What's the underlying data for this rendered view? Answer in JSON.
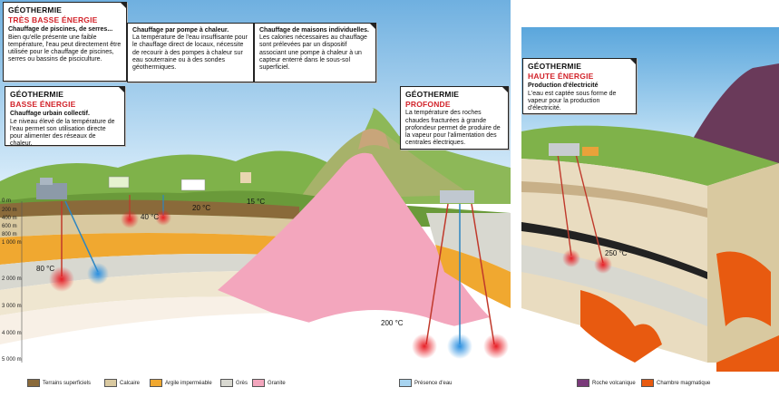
{
  "boxes": {
    "tbe": {
      "line1": "GÉOTHERMIE",
      "line2": "TRÈS BASSE ÉNERGIE"
    },
    "piscines": {
      "title": "Chauffage de piscines, de serres...",
      "text": "Bien qu'elle présente une faible température, l'eau peut directement être utilisée pour le chauffage de piscines, serres ou bassins de pisciculture."
    },
    "pac": {
      "title": "Chauffage par pompe à chaleur.",
      "text": "La température de l'eau insuffisante pour le chauffage direct de locaux, nécessite de recourir à des pompes à chaleur sur eau souterraine ou à des sondes géothermiques."
    },
    "maisons": {
      "title": "Chauffage de maisons individuelles.",
      "text": "Les calories nécessaires au chauffage sont prélevées par un dispositif associant une pompe à chaleur à un capteur enterré dans le sous-sol superficiel."
    },
    "be": {
      "line1": "GÉOTHERMIE",
      "line2": "BASSE ÉNERGIE",
      "title": "Chauffage urbain collectif.",
      "text": "Le niveau élevé de la température de l'eau permet son utilisation directe pour alimenter des réseaux de chaleur."
    },
    "prof": {
      "line1": "GÉOTHERMIE",
      "line2": "PROFONDE",
      "text": "La température des roches chaudes fracturées à grande profondeur permet de produire de la vapeur pour l'alimentation des centrales électriques."
    },
    "he": {
      "line1": "GÉOTHERMIE",
      "line2": "HAUTE ÉNERGIE",
      "title": "Production d'électricité",
      "text": "L'eau est captée sous forme de vapeur pour la production d'électricité."
    }
  },
  "depths": [
    "0 m",
    "200 m",
    "400 m",
    "600 m",
    "800 m",
    "1 000 m",
    "2 000 m",
    "3 000 m",
    "4 000 m",
    "5 000 m"
  ],
  "temps": {
    "t15": "15 °C",
    "t20": "20 °C",
    "t40": "40 °C",
    "t80": "80 °C",
    "t200": "200 °C",
    "t250": "250 °C"
  },
  "legend": [
    {
      "label": "Terrains superficiels",
      "color": "#8a6a3a"
    },
    {
      "label": "Calcaire",
      "color": "#d9c9a0"
    },
    {
      "label": "Argile imperméable",
      "color": "#f0a830"
    },
    {
      "label": "Grès",
      "color": "#d8d8d0"
    },
    {
      "label": "Granite",
      "color": "#f3a6bd"
    },
    {
      "label": "Présence d'eau",
      "color": "#a8d4f0"
    },
    {
      "label": "Roche volcanique",
      "color": "#7a3a7a"
    },
    {
      "label": "Chambre magmatique",
      "color": "#e85a10"
    }
  ]
}
